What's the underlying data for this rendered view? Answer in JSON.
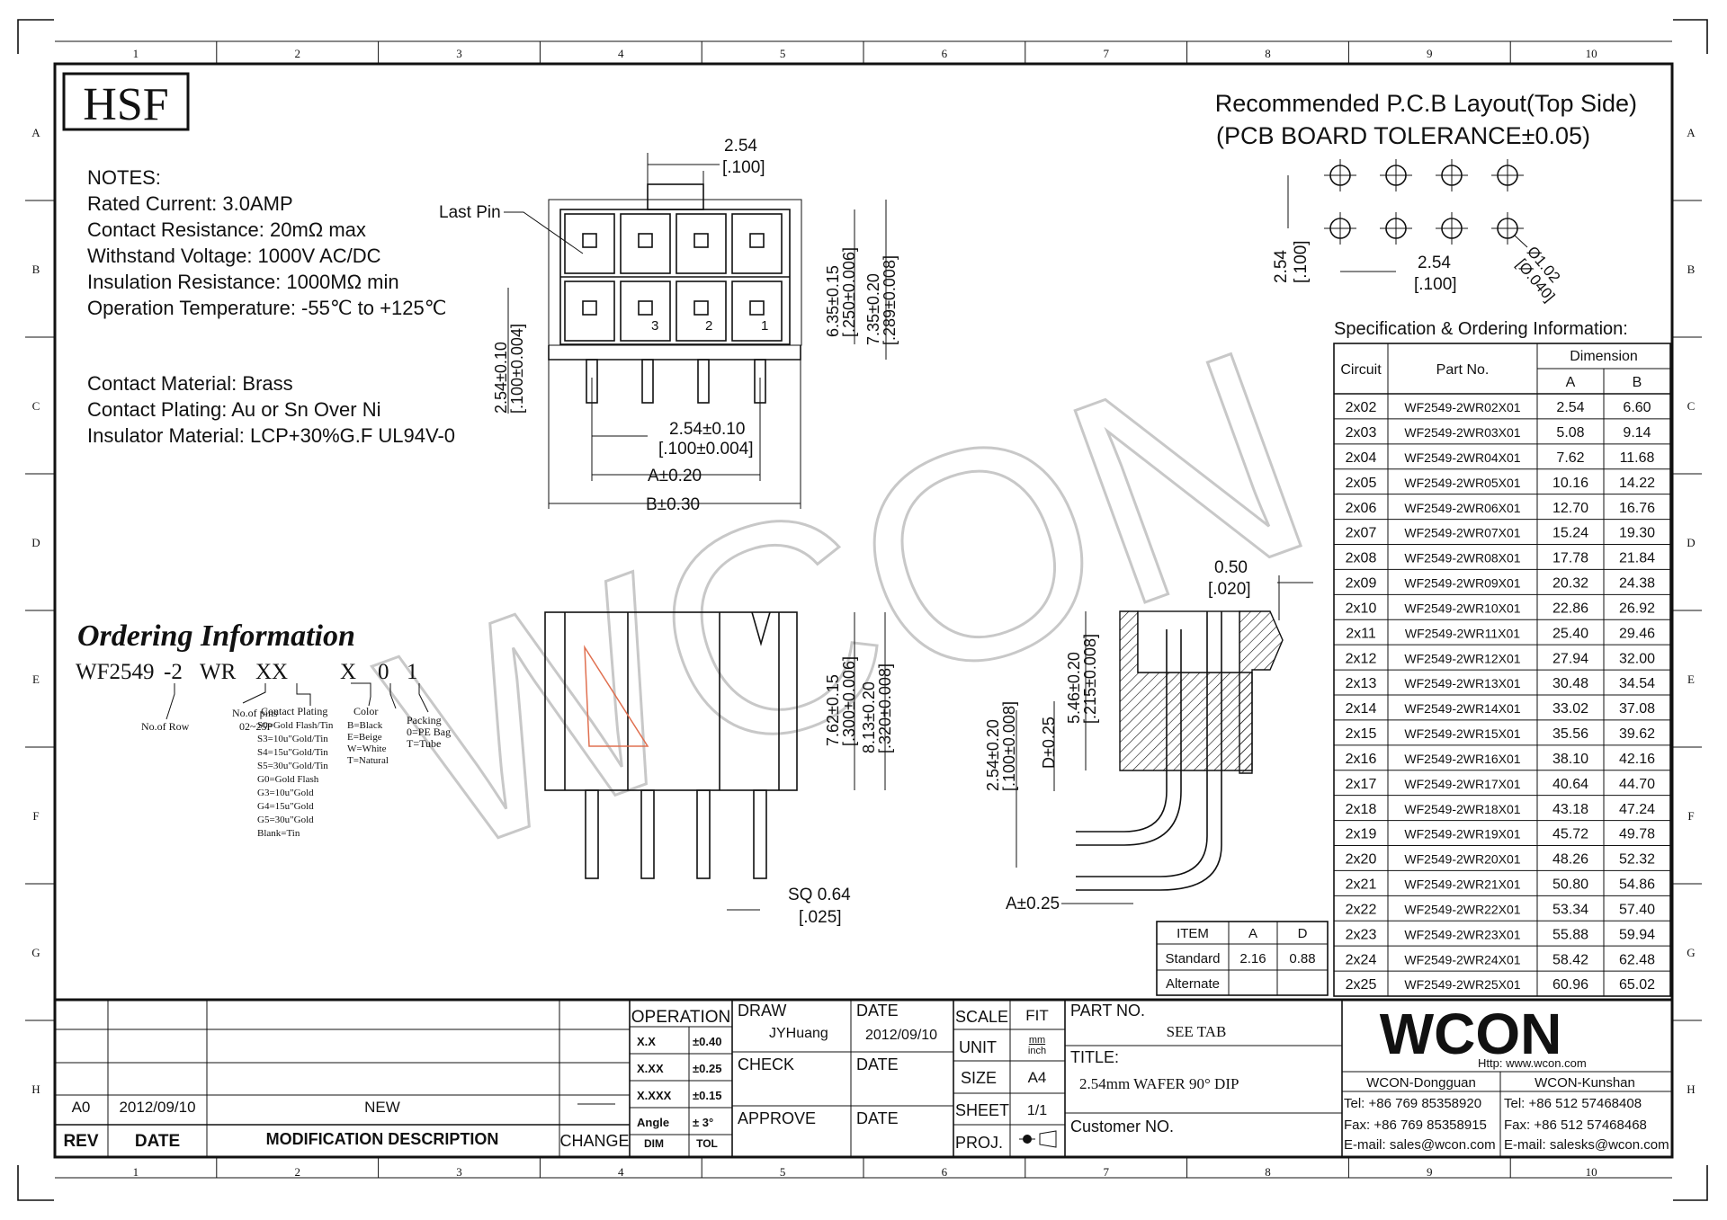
{
  "frame": {
    "col_labels": [
      "1",
      "2",
      "3",
      "4",
      "5",
      "6",
      "7",
      "8",
      "9",
      "10"
    ],
    "row_labels": [
      "A",
      "B",
      "C",
      "D",
      "E",
      "F",
      "G",
      "H"
    ]
  },
  "logo_hsf": "HSF",
  "watermark": "WCON",
  "notes": {
    "heading": "NOTES:",
    "lines": [
      "Rated Current: 3.0AMP",
      "Contact Resistance: 20mΩ max",
      "Withstand Voltage: 1000V AC/DC",
      "Insulation Resistance: 1000MΩ min",
      "Operation Temperature: -55℃ to +125℃"
    ],
    "materials": [
      "Contact Material: Brass",
      "Contact Plating: Au or Sn Over Ni",
      "Insulator Material: LCP+30%G.F UL94V-0"
    ]
  },
  "front_view": {
    "last_pin": "Last Pin",
    "pin_numbers": [
      "3",
      "2",
      "1"
    ],
    "dim_pitch_top": "2.54",
    "dim_pitch_top_in": "[.100]",
    "dim_h1": "6.35±0.15",
    "dim_h1_in": "[.250±0.006]",
    "dim_h2": "7.35±0.20",
    "dim_h2_in": "[.289±0.008]",
    "dim_row": "2.54±0.10",
    "dim_row_in": "[.100±0.004]",
    "dim_pitch": "2.54±0.10",
    "dim_pitch_in": "[.100±0.004]",
    "dim_a": "A±0.20",
    "dim_b": "B±0.30"
  },
  "side_view": {
    "dim_h1": "7.62±0.15",
    "dim_h1_in": "[.300±0.006]",
    "dim_h2": "8.13±0.20",
    "dim_h2_in": "[.320±0.008]",
    "dim_sq": "SQ 0.64",
    "dim_sq_in": "[.025]"
  },
  "section_view": {
    "dim_t": "0.50",
    "dim_t_in": "[.020]",
    "dim_h": "5.46±0.20",
    "dim_h_in": "[.215±0.008]",
    "dim_row": "2.54±0.20",
    "dim_row_in": "[.100±0.008]",
    "dim_d": "D±0.25",
    "dim_a": "A±0.25"
  },
  "ordering": {
    "title": "Ordering Information",
    "code_parts": [
      "WF2549",
      "-2",
      "WR",
      "XX",
      "X",
      "0",
      "1"
    ],
    "labels": {
      "row": "No.of Row",
      "pins": "No.of pins",
      "pins_range": "02~25P",
      "plating_title": "Contact Plating",
      "plating": [
        "S0=Gold Flash/Tin",
        "S3=10u\"Gold/Tin",
        "S4=15u\"Gold/Tin",
        "S5=30u\"Gold/Tin",
        "G0=Gold Flash",
        "G3=10u\"Gold",
        "G4=15u\"Gold",
        "G5=30u\"Gold",
        "Blank=Tin"
      ],
      "color_title": "Color",
      "color": [
        "B=Black",
        "E=Beige",
        "W=White",
        "T=Natural"
      ],
      "packing_title": "Packing",
      "packing": [
        "0=PE Bag",
        "T=Tube"
      ]
    }
  },
  "pcb": {
    "title": "Recommended P.C.B Layout(Top Side)",
    "subtitle": "(PCB BOARD TOLERANCE±0.05)",
    "dim_row": "2.54",
    "dim_row_in": "[.100]",
    "dim_pitch": "2.54",
    "dim_pitch_in": "[.100]",
    "dim_hole": "Ø1.02",
    "dim_hole_in": "[Ø.040]"
  },
  "spec": {
    "title": "Specification & Ordering Information:",
    "headers": {
      "circuit": "Circuit",
      "part": "Part No.",
      "dimension": "Dimension",
      "a": "A",
      "b": "B"
    },
    "rows": [
      [
        "2x02",
        "WF2549-2WR02X01",
        "2.54",
        "6.60"
      ],
      [
        "2x03",
        "WF2549-2WR03X01",
        "5.08",
        "9.14"
      ],
      [
        "2x04",
        "WF2549-2WR04X01",
        "7.62",
        "11.68"
      ],
      [
        "2x05",
        "WF2549-2WR05X01",
        "10.16",
        "14.22"
      ],
      [
        "2x06",
        "WF2549-2WR06X01",
        "12.70",
        "16.76"
      ],
      [
        "2x07",
        "WF2549-2WR07X01",
        "15.24",
        "19.30"
      ],
      [
        "2x08",
        "WF2549-2WR08X01",
        "17.78",
        "21.84"
      ],
      [
        "2x09",
        "WF2549-2WR09X01",
        "20.32",
        "24.38"
      ],
      [
        "2x10",
        "WF2549-2WR10X01",
        "22.86",
        "26.92"
      ],
      [
        "2x11",
        "WF2549-2WR11X01",
        "25.40",
        "29.46"
      ],
      [
        "2x12",
        "WF2549-2WR12X01",
        "27.94",
        "32.00"
      ],
      [
        "2x13",
        "WF2549-2WR13X01",
        "30.48",
        "34.54"
      ],
      [
        "2x14",
        "WF2549-2WR14X01",
        "33.02",
        "37.08"
      ],
      [
        "2x15",
        "WF2549-2WR15X01",
        "35.56",
        "39.62"
      ],
      [
        "2x16",
        "WF2549-2WR16X01",
        "38.10",
        "42.16"
      ],
      [
        "2x17",
        "WF2549-2WR17X01",
        "40.64",
        "44.70"
      ],
      [
        "2x18",
        "WF2549-2WR18X01",
        "43.18",
        "47.24"
      ],
      [
        "2x19",
        "WF2549-2WR19X01",
        "45.72",
        "49.78"
      ],
      [
        "2x20",
        "WF2549-2WR20X01",
        "48.26",
        "52.32"
      ],
      [
        "2x21",
        "WF2549-2WR21X01",
        "50.80",
        "54.86"
      ],
      [
        "2x22",
        "WF2549-2WR22X01",
        "53.34",
        "57.40"
      ],
      [
        "2x23",
        "WF2549-2WR23X01",
        "55.88",
        "59.94"
      ],
      [
        "2x24",
        "WF2549-2WR24X01",
        "58.42",
        "62.48"
      ],
      [
        "2x25",
        "WF2549-2WR25X01",
        "60.96",
        "65.02"
      ]
    ]
  },
  "item_table": {
    "headers": [
      "ITEM",
      "A",
      "D"
    ],
    "rows": [
      [
        "Standard",
        "2.16",
        "0.88"
      ],
      [
        "Alternate",
        "",
        ""
      ]
    ]
  },
  "title_block": {
    "rev_label": "REV",
    "date_label": "DATE",
    "desc_label": "MODIFICATION DESCRIPTION",
    "change_label": "CHANGE",
    "rev_row": {
      "rev": "A0",
      "date": "2012/09/10",
      "desc": "NEW"
    },
    "operation": "OPERATION",
    "tolerances": [
      [
        "X.X",
        "±0.40"
      ],
      [
        "X.XX",
        "±0.25"
      ],
      [
        "X.XXX",
        "±0.15"
      ],
      [
        "Angle",
        "± 3°"
      ]
    ],
    "dim": "DIM",
    "tol": "TOL",
    "draw": "DRAW",
    "draw_name": "JYHuang",
    "date": "DATE",
    "draw_date": "2012/09/10",
    "check": "CHECK",
    "approve": "APPROVE",
    "scale": "SCALE",
    "scale_val": "FIT",
    "unit": "UNIT",
    "unit_val_top": "mm",
    "unit_val_bottom": "inch",
    "size": "SIZE",
    "size_val": "A4",
    "sheet": "SHEET",
    "sheet_val": "1/1",
    "proj": "PROJ.",
    "part_no": "PART NO.",
    "part_val": "SEE TAB",
    "title": "TITLE:",
    "title_val": "2.54mm WAFER 90° DIP",
    "customer": "Customer NO.",
    "company_logo": "WCON",
    "http": "Http: www.wcon.com",
    "dongguan": {
      "name": "WCON-Dongguan",
      "tel": "Tel: +86 769 85358920",
      "fax": "Fax: +86 769 85358915",
      "email": "E-mail: sales@wcon.com"
    },
    "kunshan": {
      "name": "WCON-Kunshan",
      "tel": "Tel: +86 512 57468408",
      "fax": "Fax: +86 512 57468468",
      "email": "E-mail: salesks@wcon.com"
    }
  }
}
